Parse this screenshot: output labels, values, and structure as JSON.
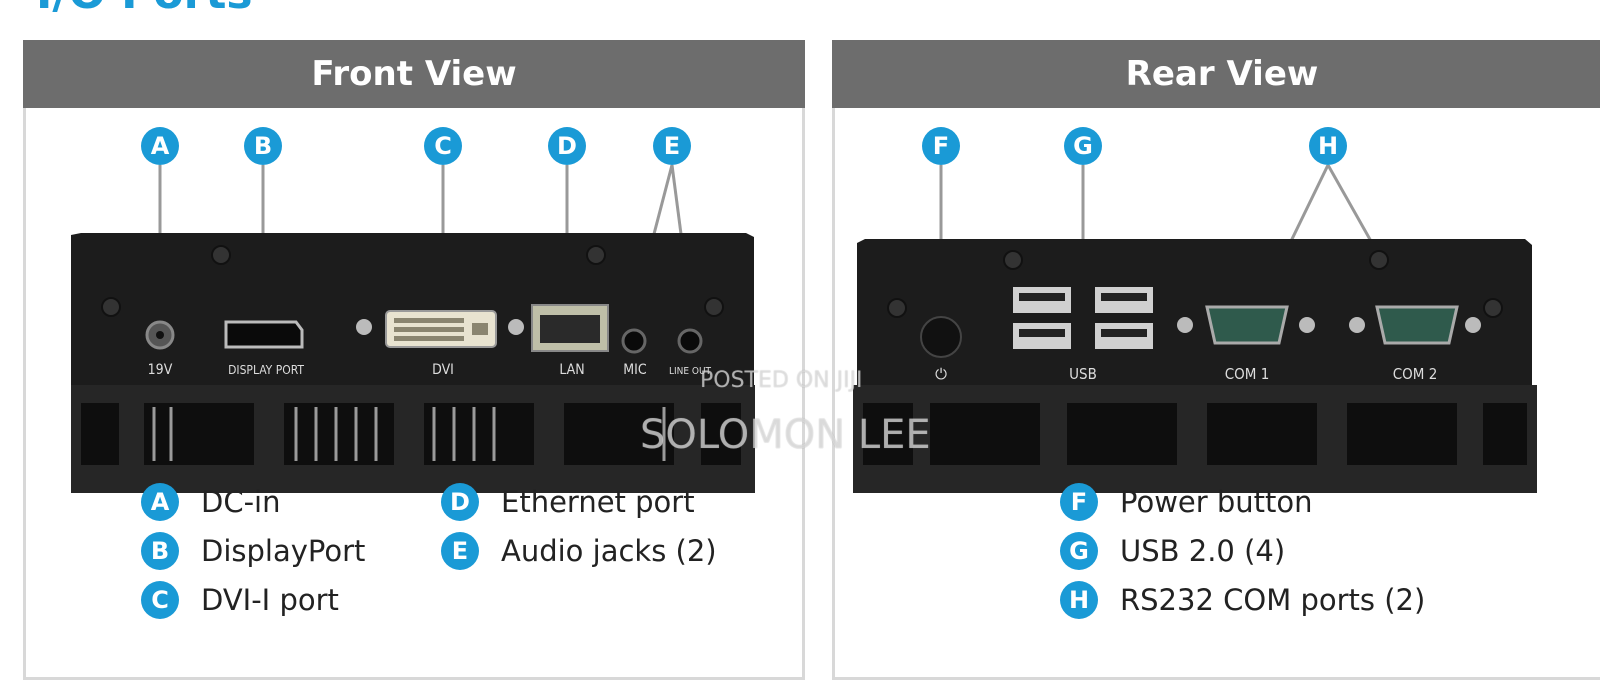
{
  "page_title": "I/O Ports",
  "front": {
    "header": "Front View",
    "port_labels": {
      "dcin": "19V",
      "dp": "DISPLAY PORT",
      "dvi": "DVI",
      "lan": "LAN",
      "mic": "MIC",
      "lineout": "LINE OUT"
    },
    "badges": [
      "A",
      "B",
      "C",
      "D",
      "E"
    ],
    "legend": [
      {
        "letter": "A",
        "text": "DC-in"
      },
      {
        "letter": "B",
        "text": "DisplayPort"
      },
      {
        "letter": "C",
        "text": "DVI-I port"
      },
      {
        "letter": "D",
        "text": "Ethernet port"
      },
      {
        "letter": "E",
        "text": "Audio jacks (2)"
      }
    ]
  },
  "rear": {
    "header": "Rear View",
    "port_labels": {
      "power": "⏻",
      "usb": "USB",
      "com1": "COM 1",
      "com2": "COM 2"
    },
    "badges": [
      "F",
      "G",
      "H"
    ],
    "legend": [
      {
        "letter": "F",
        "text": "Power button"
      },
      {
        "letter": "G",
        "text": "USB 2.0 (4)"
      },
      {
        "letter": "H",
        "text": "RS232 COM ports (2)"
      }
    ]
  },
  "watermark": {
    "line1": "POSTED ON JIJI",
    "line2": "SOLOMON LEE"
  },
  "colors": {
    "accent": "#1a9ad6",
    "header": "#6d6d6d",
    "device": "#1c1c1c"
  }
}
